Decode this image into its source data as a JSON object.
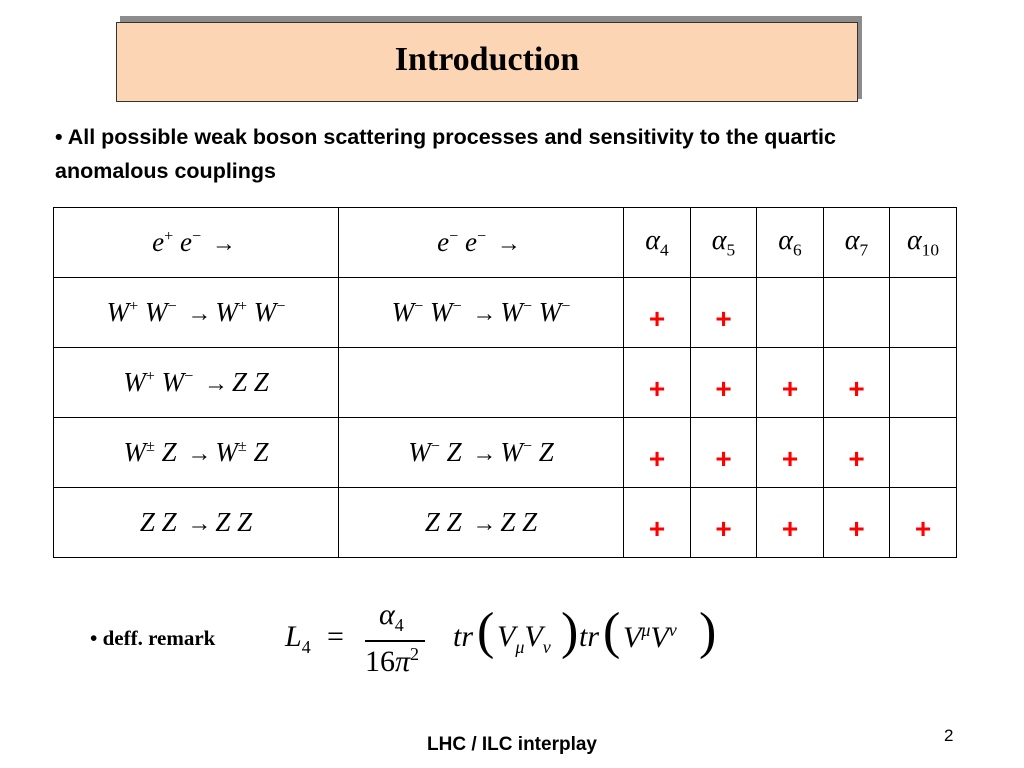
{
  "slide": {
    "title": "Introduction",
    "intro_bullet": "• All possible weak boson scattering processes and sensitivity to the quartic anomalous couplings",
    "remark_label": "• deff. remark",
    "footer": "LHC / ILC interplay",
    "page_number": "2"
  },
  "table": {
    "header": {
      "ee_plus_minus": {
        "e1": "e",
        "s1": "+",
        "e2": "e",
        "s2": "−",
        "arrow": "→"
      },
      "ee_minus_minus": {
        "e1": "e",
        "s1": "−",
        "e2": "e",
        "s2": "−",
        "arrow": "→"
      },
      "alphas": [
        {
          "sym": "α",
          "sub": "4"
        },
        {
          "sym": "α",
          "sub": "5"
        },
        {
          "sym": "α",
          "sub": "6"
        },
        {
          "sym": "α",
          "sub": "7"
        },
        {
          "sym": "α",
          "sub": "10"
        }
      ]
    },
    "rows": [
      {
        "a": {
          "in1": "W",
          "i1": "+",
          "in2": "W",
          "i2": "−",
          "arrow": "→",
          "out1": "W",
          "o1": "+",
          "out2": "W",
          "o2": "−"
        },
        "b": {
          "in1": "W",
          "i1": "−",
          "in2": "W",
          "i2": "−",
          "arrow": "→",
          "out1": "W",
          "o1": "−",
          "out2": "W",
          "o2": "−"
        },
        "marks": [
          "+",
          "+",
          "",
          "",
          ""
        ]
      },
      {
        "a": {
          "in1": "W",
          "i1": "+",
          "in2": "W",
          "i2": "−",
          "arrow": "→",
          "out1": "Z",
          "o1": "",
          "out2": "Z",
          "o2": ""
        },
        "b": null,
        "marks": [
          "+",
          "+",
          "+",
          "+",
          ""
        ]
      },
      {
        "a": {
          "in1": "W",
          "i1": "±",
          "in2": "Z",
          "i2": "",
          "arrow": "→",
          "out1": "W",
          "o1": "±",
          "out2": "Z",
          "o2": ""
        },
        "b": {
          "in1": "W",
          "i1": "−",
          "in2": "Z",
          "i2": "",
          "arrow": "→",
          "out1": "W",
          "o1": "−",
          "out2": "Z",
          "o2": ""
        },
        "marks": [
          "+",
          "+",
          "+",
          "+",
          ""
        ]
      },
      {
        "a": {
          "in1": "Z",
          "i1": "",
          "in2": "Z",
          "i2": "",
          "arrow": "→",
          "out1": "Z",
          "o1": "",
          "out2": "Z",
          "o2": ""
        },
        "b": {
          "in1": "Z",
          "i1": "",
          "in2": "Z",
          "i2": "",
          "arrow": "→",
          "out1": "Z",
          "o1": "",
          "out2": "Z",
          "o2": ""
        },
        "marks": [
          "+",
          "+",
          "+",
          "+",
          "+"
        ]
      }
    ]
  },
  "formula": {
    "lhs": "L",
    "lhs_sub": "4",
    "equals": "=",
    "num_sym": "α",
    "num_sub": "4",
    "den": "16",
    "den_sym": "π",
    "den_sup": "2",
    "tr1": "tr",
    "v1": "V",
    "v1_sub": "μ",
    "v2": "V",
    "v2_sub": "ν",
    "tr2": "tr",
    "v3": "V",
    "v3_sup": "μ",
    "v4": "V",
    "v4_sup": "ν",
    "open_paren": "(",
    "close_paren": ")"
  },
  "colors": {
    "title_fill": "#fcd5b5",
    "title_shadow": "#8c8c8c",
    "mark_color": "#ff0000"
  }
}
